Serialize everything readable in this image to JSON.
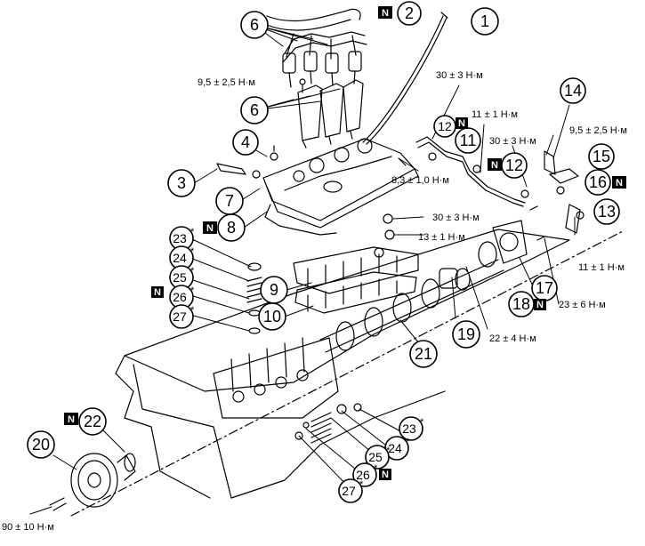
{
  "callouts": {
    "c1": "1",
    "c2": "2",
    "c3": "3",
    "c4": "4",
    "c6a": "6",
    "c6b": "6",
    "c7": "7",
    "c8": "8",
    "c9": "9",
    "c10": "10",
    "c11": "11",
    "c12a": "12",
    "c12b": "12",
    "c13": "13",
    "c14": "14",
    "c15": "15",
    "c16": "16",
    "c17": "17",
    "c18": "18",
    "c19": "19",
    "c20": "20",
    "c21": "21",
    "c22": "22",
    "c23a": "23",
    "c24a": "24",
    "c25a": "25",
    "c26a": "26",
    "c27a": "27",
    "c23b": "23",
    "c24b": "24",
    "c25b": "25",
    "c26b": "26",
    "c27b": "27",
    "star": "*",
    "new_part_marker": "N"
  },
  "torques": {
    "t_top_left": "9,5 ± 2,5 Н·м",
    "t_rocker_a": "30 ± 3 Н·м",
    "t_oil_11": "11 ± 1 Н·м",
    "t_oil_30": "30 ± 3 Н·м",
    "t_right_95": "9,5 ± 2,5 Н·м",
    "t_cover": "8,3 ± 1,0 Н·м",
    "t_cam_30": "30 ± 3 Н·м",
    "t_cam_13": "13 ± 1 Н·м",
    "t_right_11": "11 ± 1 Н·м",
    "t_right_23": "23 ± 6 Н·м",
    "t_mid_22": "22 ± 4 Н·м",
    "t_bottom_90": "90 ± 10 Н·м"
  }
}
